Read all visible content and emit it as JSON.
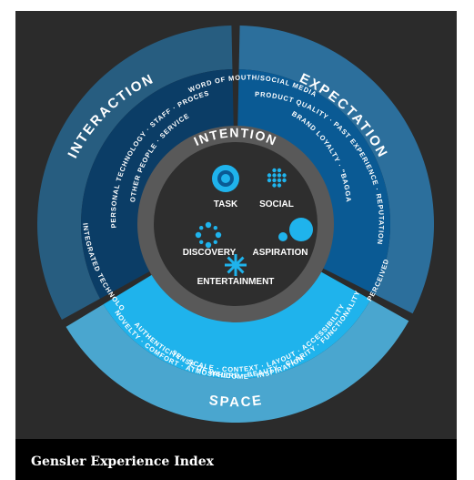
{
  "caption": "Gensler Experience Index",
  "colors": {
    "background": "#2b2b2b",
    "interaction": "#0b3d66",
    "interaction_outer": "#275d80",
    "expectation": "#0a5a94",
    "expectation_outer": "#2c6f9c",
    "space": "#1fb3ec",
    "space_outer": "#4aa6cf",
    "center_ring": "#595959",
    "center_core": "#2e2e2e"
  },
  "sections": {
    "interaction": {
      "title": "INTERACTION",
      "items": [
        "WORD OF MOUTH/SOCIAL MEDIA",
        "PERSONAL TECHNOLOGY · STAFF · PROCESS",
        "OTHER PEOPLE · SERVICE",
        "INTEGRATED TECHNOLOGY"
      ]
    },
    "expectation": {
      "title": "EXPECTATION",
      "items": [
        "PRODUCT QUALITY · PAST EXPERIENCE · REPUTATION",
        "BRAND LOYALTY · \"BAGGAGE\"",
        "PERCEIVED VALUE"
      ]
    },
    "space": {
      "title": "SPACE",
      "items": [
        "AUTHENTICITY · SCALE · CONTEXT · LAYOUT · ACCESSIBILITY",
        "NOVELTY · COMFORT · ATMOSPHERE · BEAUTY · CLARITY · FUNCTIONALITY",
        "SENSE OF WELCOME · INSPIRATION"
      ]
    }
  },
  "intention": {
    "title": "INTENTION",
    "modes": [
      {
        "label": "TASK",
        "icon": "target-icon"
      },
      {
        "label": "SOCIAL",
        "icon": "dot-grid-icon"
      },
      {
        "label": "DISCOVERY",
        "icon": "dot-ring-icon"
      },
      {
        "label": "ASPIRATION",
        "icon": "growing-circles-icon"
      },
      {
        "label": "ENTERTAINMENT",
        "icon": "starburst-icon"
      }
    ]
  }
}
